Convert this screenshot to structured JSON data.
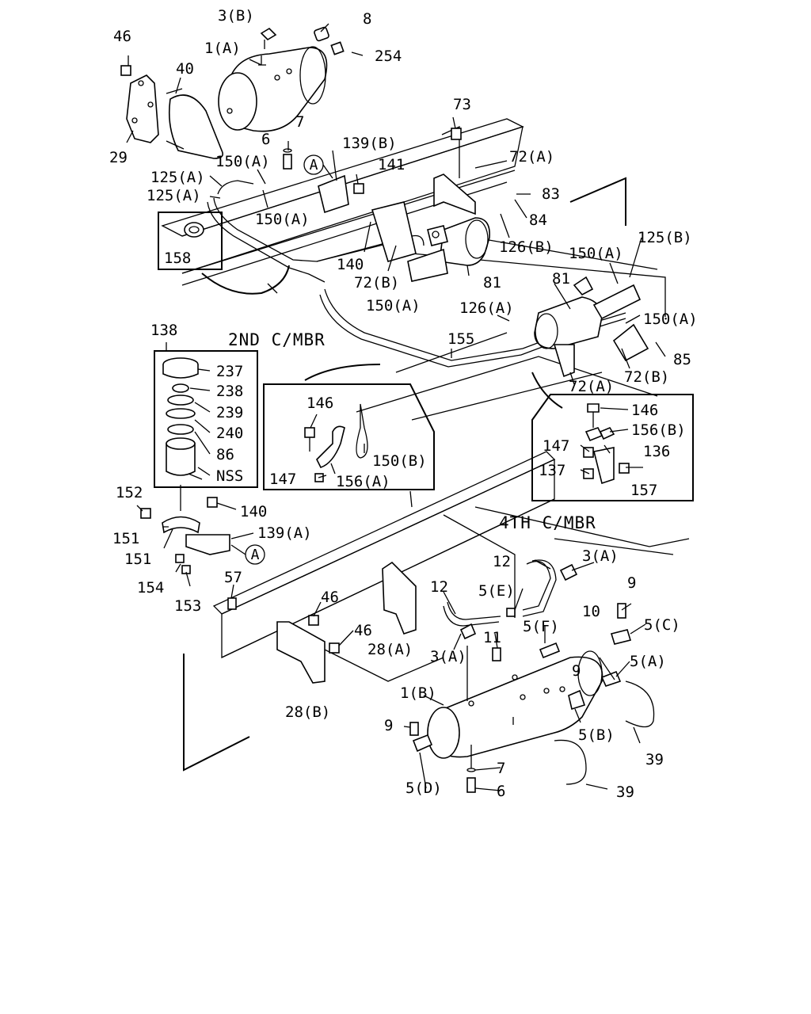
{
  "sections": {
    "second_crossmember": "2ND C/MBR",
    "fourth_crossmember": "4TH C/MBR"
  },
  "callout_ref": "A",
  "part_labels": {
    "p3b": "3(B)",
    "p8": "8",
    "p46a": "46",
    "p1a": "1(A)",
    "p254": "254",
    "p40": "40",
    "p29": "29",
    "p7a": "7",
    "p6a": "6",
    "p139b": "139(B)",
    "p141": "141",
    "p73": "73",
    "p72a_top": "72(A)",
    "p83": "83",
    "p84": "84",
    "p150a_1": "150(A)",
    "p125a_1": "125(A)",
    "p125a_2": "125(A)",
    "p150a_2": "150(A)",
    "p158": "158",
    "p140_top": "140",
    "p72b_top": "72(B)",
    "p126b": "126(B)",
    "p81_a": "81",
    "p125b": "125(B)",
    "p150a_3": "150(A)",
    "p81_b": "81",
    "p150a_4": "150(A)",
    "p126a": "126(A)",
    "p150a_5": "150(A)",
    "p138": "138",
    "p155": "155",
    "p85": "85",
    "p72b_right": "72(B)",
    "p72a_right": "72(A)",
    "p237": "237",
    "p238": "238",
    "p239": "239",
    "p240": "240",
    "p86": "86",
    "pNSS": "NSS",
    "p146_l": "146",
    "p150b": "150(B)",
    "p147_l": "147",
    "p156a": "156(A)",
    "p146_r": "146",
    "p156b": "156(B)",
    "p147_r": "147",
    "p136": "136",
    "p137": "137",
    "p157": "157",
    "p152": "152",
    "p140_b": "140",
    "p139a": "139(A)",
    "p151_1": "151",
    "p151_2": "151",
    "p154": "154",
    "p153": "153",
    "p57": "57",
    "p12_a": "12",
    "p3a_1": "3(A)",
    "p46_b": "46",
    "p12_b": "12",
    "p5e": "5(E)",
    "p9_a": "9",
    "p46_c": "46",
    "p28a": "28(A)",
    "p10": "10",
    "p5c": "5(C)",
    "p5f": "5(F)",
    "p11": "11",
    "p3a_2": "3(A)",
    "p9_b": "9",
    "p5a": "5(A)",
    "p28b": "28(B)",
    "p1b": "1(B)",
    "p9_c": "9",
    "p5b": "5(B)",
    "p39_a": "39",
    "p7_b": "7",
    "p5d": "5(D)",
    "p6_b": "6",
    "p39_b": "39"
  }
}
